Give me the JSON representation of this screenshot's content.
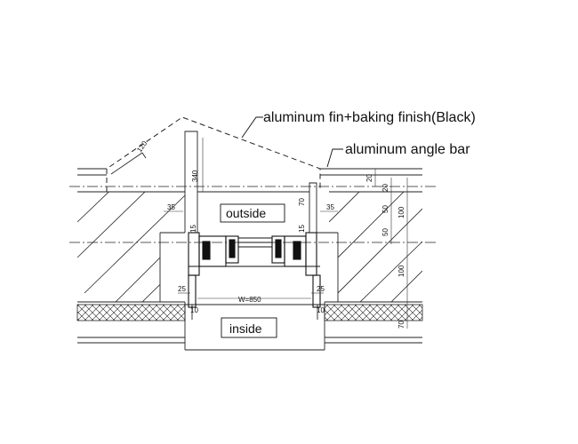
{
  "callouts": {
    "fin": "aluminum fin+baking finish(Black)",
    "angle_bar": "aluminum angle bar"
  },
  "rooms": {
    "outside": "outside",
    "inside": "inside"
  },
  "dimensions": {
    "fin_top_diag": "120",
    "fin_height": "340",
    "left_35": "35",
    "right_35": "35",
    "right_70": "70",
    "left_15": "15",
    "right_15": "15",
    "left_25": "25",
    "right_25": "25",
    "left_10": "10",
    "right_10": "10",
    "width": "W=850",
    "r_20a": "20",
    "r_20b": "20",
    "r_50a": "50",
    "r_50b": "50",
    "r_100a": "100",
    "r_100b": "100",
    "r_70": "70"
  }
}
